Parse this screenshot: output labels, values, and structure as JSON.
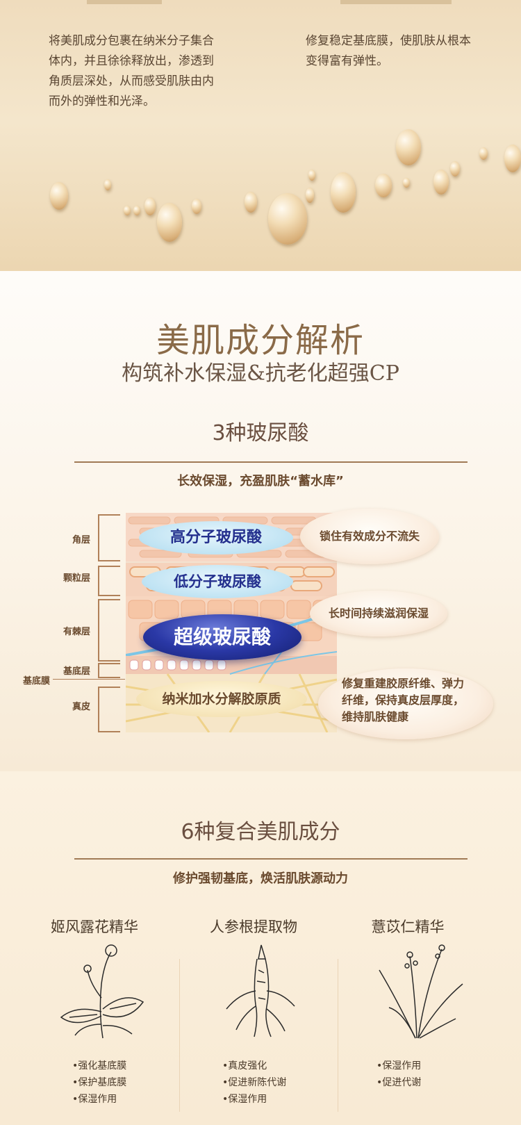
{
  "intro": {
    "left_text": "将美肌成分包裹在纳米分子集合体内，并且徐徐释放出，渗透到角质层深处，从而感受肌肤由内而外的弹性和光泽。",
    "right_text": "修复稳定基底膜，使肌肤从根本变得富有弹性。"
  },
  "section_title": {
    "main": "美肌成分解析",
    "sub": "构筑补水保湿&抗老化超强CP"
  },
  "ha": {
    "heading": "3种玻尿酸",
    "tagline": "长效保湿，充盈肌肤“蓄水库”",
    "layers": {
      "stratum_corneum": "角层",
      "granular": "颗粒层",
      "spinous": "有棘层",
      "basal": "基底层",
      "basement_membrane": "基底膜",
      "dermis": "真皮"
    },
    "pills": {
      "high": "高分子玻尿酸",
      "low": "低分子玻尿酸",
      "super": "超级玻尿酸",
      "nano": "纳米加水分解胶原质"
    },
    "bubbles": {
      "lock": "锁住有效成分不流失",
      "long": "长时间持续滋润保湿",
      "repair": "修复重建胶原纤维、弹力纤维，保持真皮层厚度，维持肌肤健康"
    }
  },
  "complex": {
    "heading": "6种复合美肌成分",
    "tagline": "修护强韧基底，焕活肌肤源动力",
    "ingredients": [
      {
        "name": "姬风露花精华",
        "points": [
          "•强化基底膜",
          "•保护基底膜",
          "•保湿作用"
        ]
      },
      {
        "name": "人参根提取物",
        "points": [
          "•真皮强化",
          "•促进新陈代谢",
          "•保湿作用"
        ]
      },
      {
        "name": "薏苡仁精华",
        "points": [
          "•保湿作用",
          "•促进代谢"
        ]
      }
    ]
  },
  "colors": {
    "accent_brown": "#a07a55",
    "super_ha_blue": "#1f2f8a",
    "pill_blue": "#b9dff0"
  }
}
